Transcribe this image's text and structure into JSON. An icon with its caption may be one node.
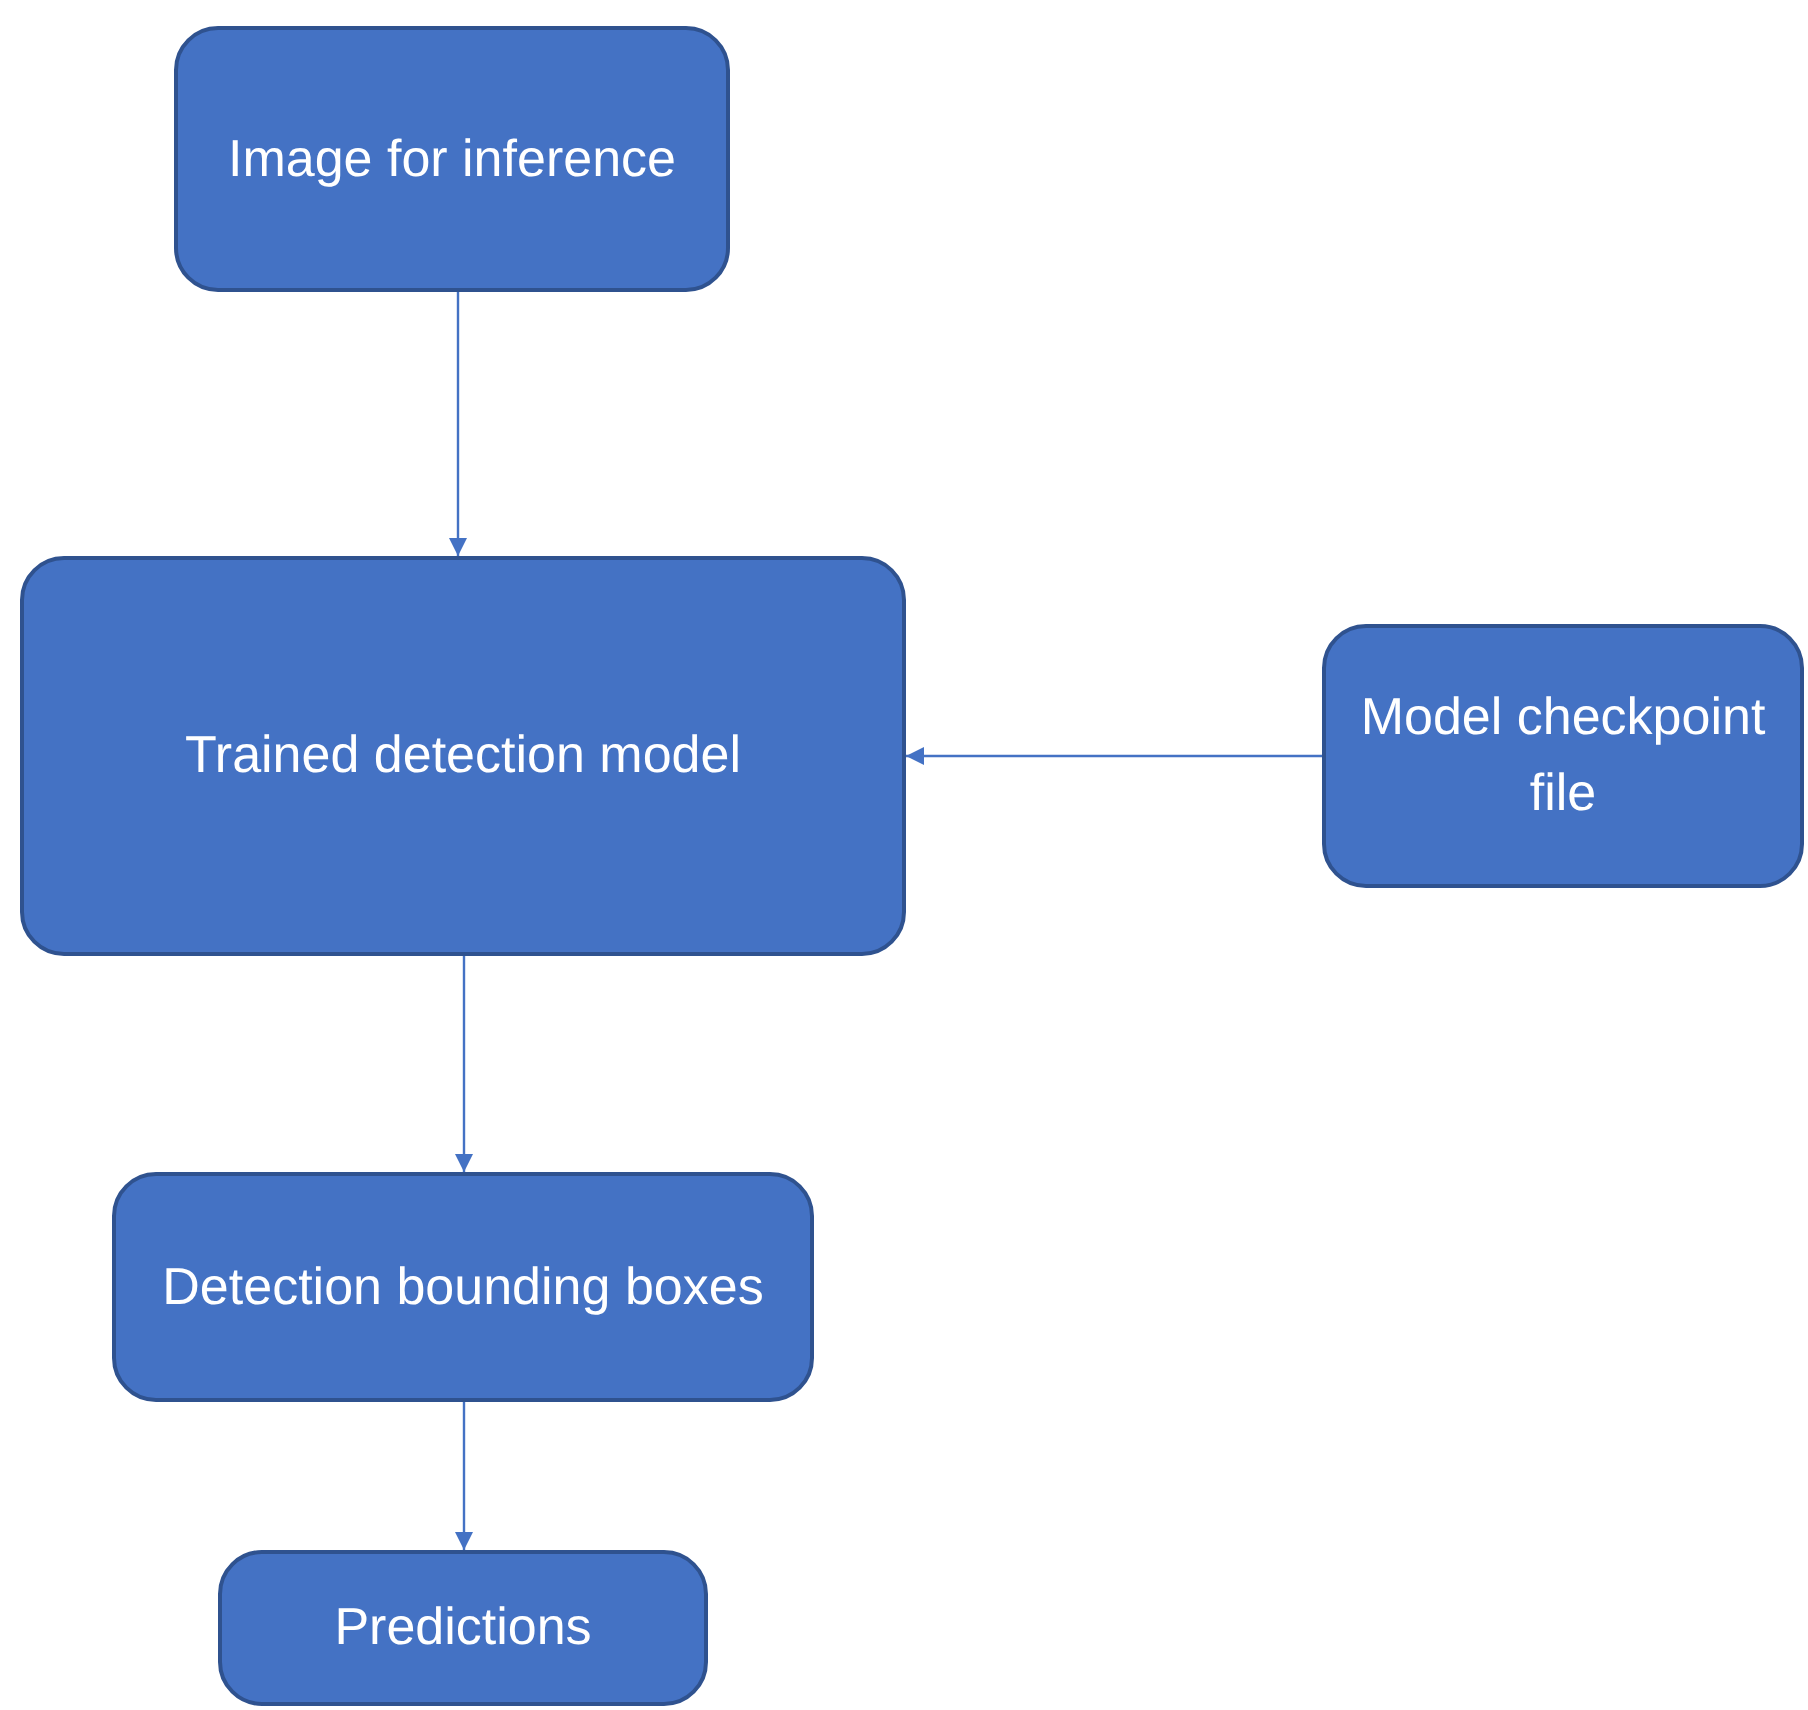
{
  "diagram": {
    "nodes": [
      {
        "text": [
          "Image for inference"
        ]
      },
      {
        "text": [
          "Trained detection model"
        ]
      },
      {
        "text": [
          "Model checkpoint file"
        ]
      },
      {
        "text": [
          "Detection bounding boxes"
        ]
      },
      {
        "text": [
          "Predictions"
        ]
      }
    ],
    "edges": [
      {
        "from": 0,
        "to": 1,
        "arrow": "to"
      },
      {
        "from": 2,
        "to": 1,
        "arrow": "to"
      },
      {
        "from": 1,
        "to": 3,
        "arrow": "to"
      },
      {
        "from": 3,
        "to": 4,
        "arrow": "to"
      }
    ]
  }
}
